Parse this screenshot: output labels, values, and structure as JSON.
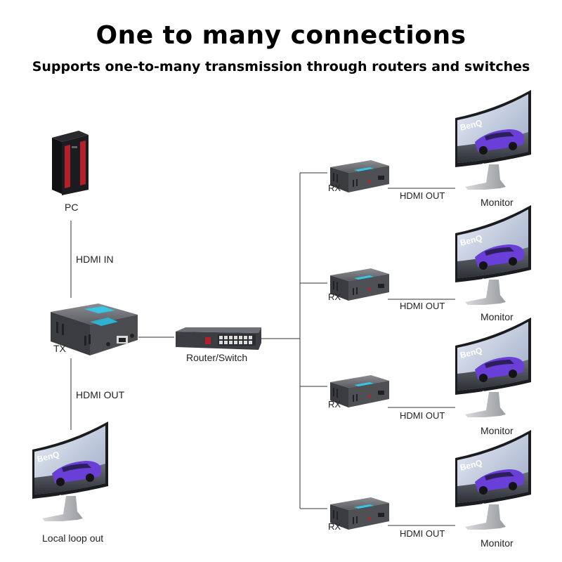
{
  "title": "One to many connections",
  "subtitle": "Supports one-to-many transmission through routers and switches",
  "source": {
    "pc_label": "PC",
    "hdmi_in_label": "HDMI IN",
    "tx_label": "TX",
    "hdmi_out_label": "HDMI OUT",
    "local_monitor_label": "Local loop out"
  },
  "router": {
    "label": "Router/Switch"
  },
  "receivers": [
    {
      "rx_label": "RX",
      "hdmi_out_label": "HDMI OUT",
      "monitor_label": "Monitor"
    },
    {
      "rx_label": "RX",
      "hdmi_out_label": "HDMI OUT",
      "monitor_label": "Monitor"
    },
    {
      "rx_label": "RX",
      "hdmi_out_label": "HDMI OUT",
      "monitor_label": "Monitor"
    },
    {
      "rx_label": "RX",
      "hdmi_out_label": "HDMI OUT",
      "monitor_label": "Monitor"
    }
  ],
  "brand_text": "BenQ",
  "colors": {
    "device_body": "#5a5c60",
    "device_accent": "#39c6e6",
    "screen_car": "#6a3fd8",
    "line": "#333333"
  }
}
